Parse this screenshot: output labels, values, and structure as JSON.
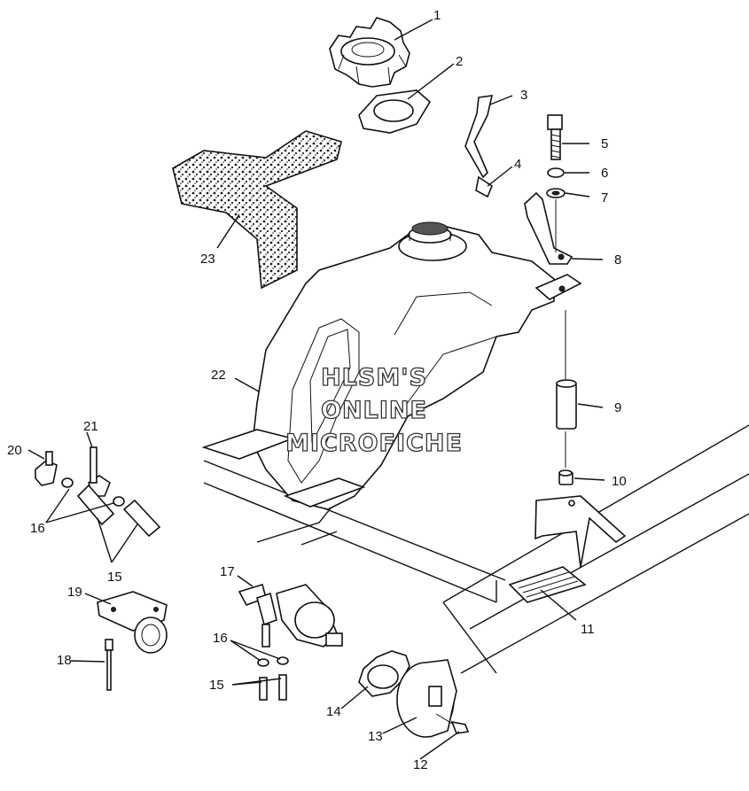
{
  "watermark": {
    "line1": "HLSM'S",
    "line2": "ONLINE",
    "line3": "MICROFICHE"
  },
  "callouts": [
    {
      "id": "1",
      "label": "1"
    },
    {
      "id": "2",
      "label": "2"
    },
    {
      "id": "3",
      "label": "3"
    },
    {
      "id": "4",
      "label": "4"
    },
    {
      "id": "5",
      "label": "5"
    },
    {
      "id": "6",
      "label": "6"
    },
    {
      "id": "7",
      "label": "7"
    },
    {
      "id": "8",
      "label": "8"
    },
    {
      "id": "9",
      "label": "9"
    },
    {
      "id": "10",
      "label": "10"
    },
    {
      "id": "11",
      "label": "11"
    },
    {
      "id": "12",
      "label": "12"
    },
    {
      "id": "13",
      "label": "13"
    },
    {
      "id": "14",
      "label": "14"
    },
    {
      "id": "15a",
      "label": "15"
    },
    {
      "id": "15b",
      "label": "15"
    },
    {
      "id": "16a",
      "label": "16"
    },
    {
      "id": "16b",
      "label": "16"
    },
    {
      "id": "17",
      "label": "17"
    },
    {
      "id": "18",
      "label": "18"
    },
    {
      "id": "19",
      "label": "19"
    },
    {
      "id": "20",
      "label": "20"
    },
    {
      "id": "21",
      "label": "21"
    },
    {
      "id": "22",
      "label": "22"
    },
    {
      "id": "23",
      "label": "23"
    }
  ],
  "colors": {
    "ink": "#111111",
    "paper": "#ffffff",
    "foam": "#333333"
  }
}
